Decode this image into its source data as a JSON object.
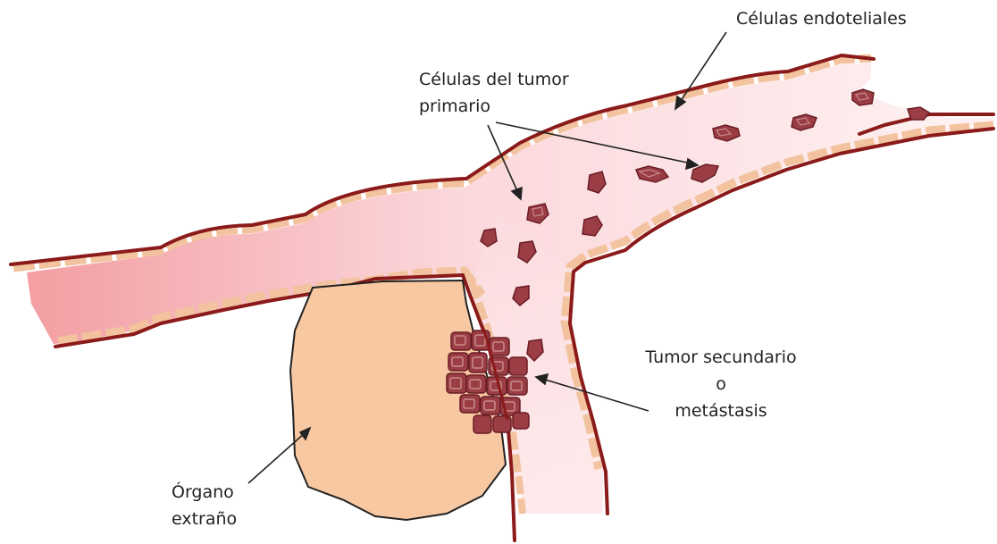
{
  "labels": {
    "endothelial": "Células endoteliales",
    "primary_line1": "Células del tumor",
    "primary_line2": "primario",
    "secondary_line1": "Tumor secundario",
    "secondary_line2": "o",
    "secondary_line3": "metástasis",
    "organ_line1": "Órgano",
    "organ_line2": "extraño"
  },
  "colors": {
    "vessel_wall": "#8b1a1a",
    "endothelium": "#f5c9a6",
    "lumen_light": "#fdeaea",
    "lumen_dark": "#f4a4a6",
    "organ_fill": "#f8c8a2",
    "tumor_cell": "#9b3d45",
    "tumor_cell_dark": "#6a1d24",
    "tumor_cell_light": "#c98b8b"
  }
}
